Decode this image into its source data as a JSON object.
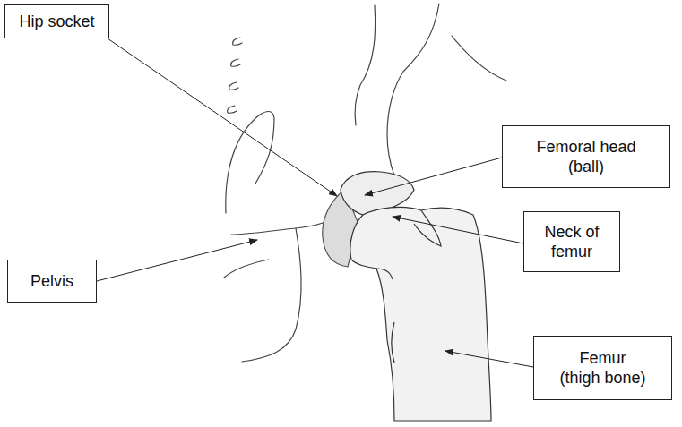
{
  "diagram": {
    "nodes": [
      {
        "text": [
          "Hip socket"
        ]
      },
      {
        "text": [
          "Femoral head (ball)"
        ]
      },
      {
        "text": [
          "Neck of femur"
        ]
      },
      {
        "text": [
          "Pelvis"
        ]
      },
      {
        "text": [
          "Femur (thigh bone)"
        ]
      }
    ]
  }
}
